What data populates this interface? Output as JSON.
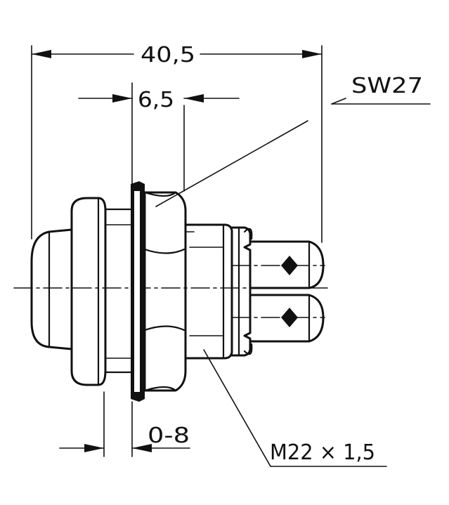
{
  "dimensions": {
    "overall_length": "40,5",
    "collar_width": "6,5",
    "wrench_size": "SW27",
    "panel_thickness": "0-8",
    "thread": "M22 × 1,5"
  },
  "colors": {
    "ink": "#111111",
    "paper": "#ffffff"
  }
}
